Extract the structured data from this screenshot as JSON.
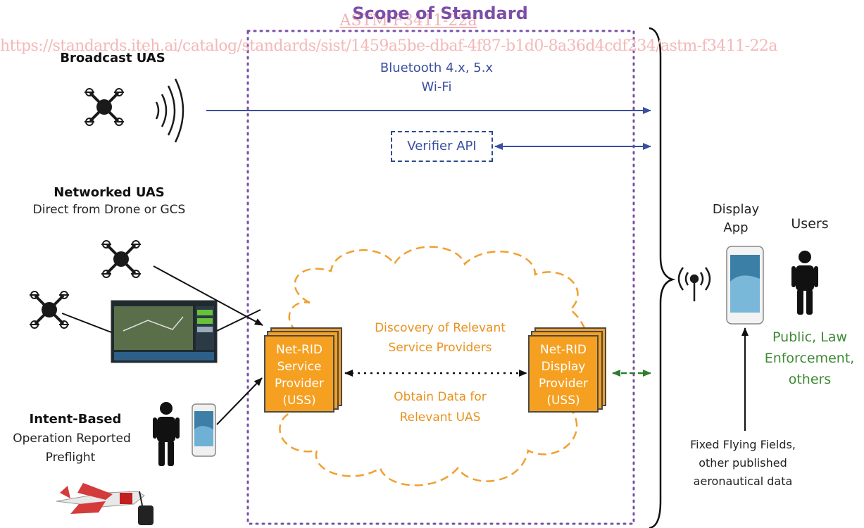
{
  "title": "Scope of Standard",
  "watermark": {
    "code": "ASTM F3411-22a",
    "url": "https://standards.iteh.ai/catalog/standards/sist/1459a5be-dbaf-4f87-b1d0-8a36d4cdf234/astm-f3411-22a"
  },
  "broadcast": {
    "label": "Broadcast UAS",
    "link_line1": "Bluetooth 4.x, 5.x",
    "link_line2": "Wi-Fi"
  },
  "verifier": {
    "label": "Verifier API"
  },
  "networked": {
    "label": "Networked UAS",
    "sublabel": "Direct from Drone or GCS"
  },
  "intent": {
    "label": "Intent-Based",
    "line1": "Operation Reported",
    "line2": "Preflight"
  },
  "cloud": {
    "discovery_line1": "Discovery of Relevant",
    "discovery_line2": "Service Providers",
    "obtain_line1": "Obtain Data for",
    "obtain_line2": "Relevant UAS"
  },
  "service_provider": {
    "line1": "Net-RID",
    "line2": "Service",
    "line3": "Provider",
    "line4": "(USS)"
  },
  "display_provider": {
    "line1": "Net-RID",
    "line2": "Display",
    "line3": "Provider",
    "line4": "(USS)"
  },
  "display_app": {
    "line1": "Display",
    "line2": "App"
  },
  "users": {
    "label": "Users",
    "line1": "Public, Law",
    "line2": "Enforcement,",
    "line3": "others"
  },
  "fixed": {
    "line1": "Fixed Flying Fields,",
    "line2": "other published",
    "line3": "aeronautical data"
  },
  "colors": {
    "scope_purple": "#7b4fa8",
    "link_blue": "#3a4fa0",
    "cloud_orange": "#f5a021",
    "users_green": "#3f8a34"
  }
}
